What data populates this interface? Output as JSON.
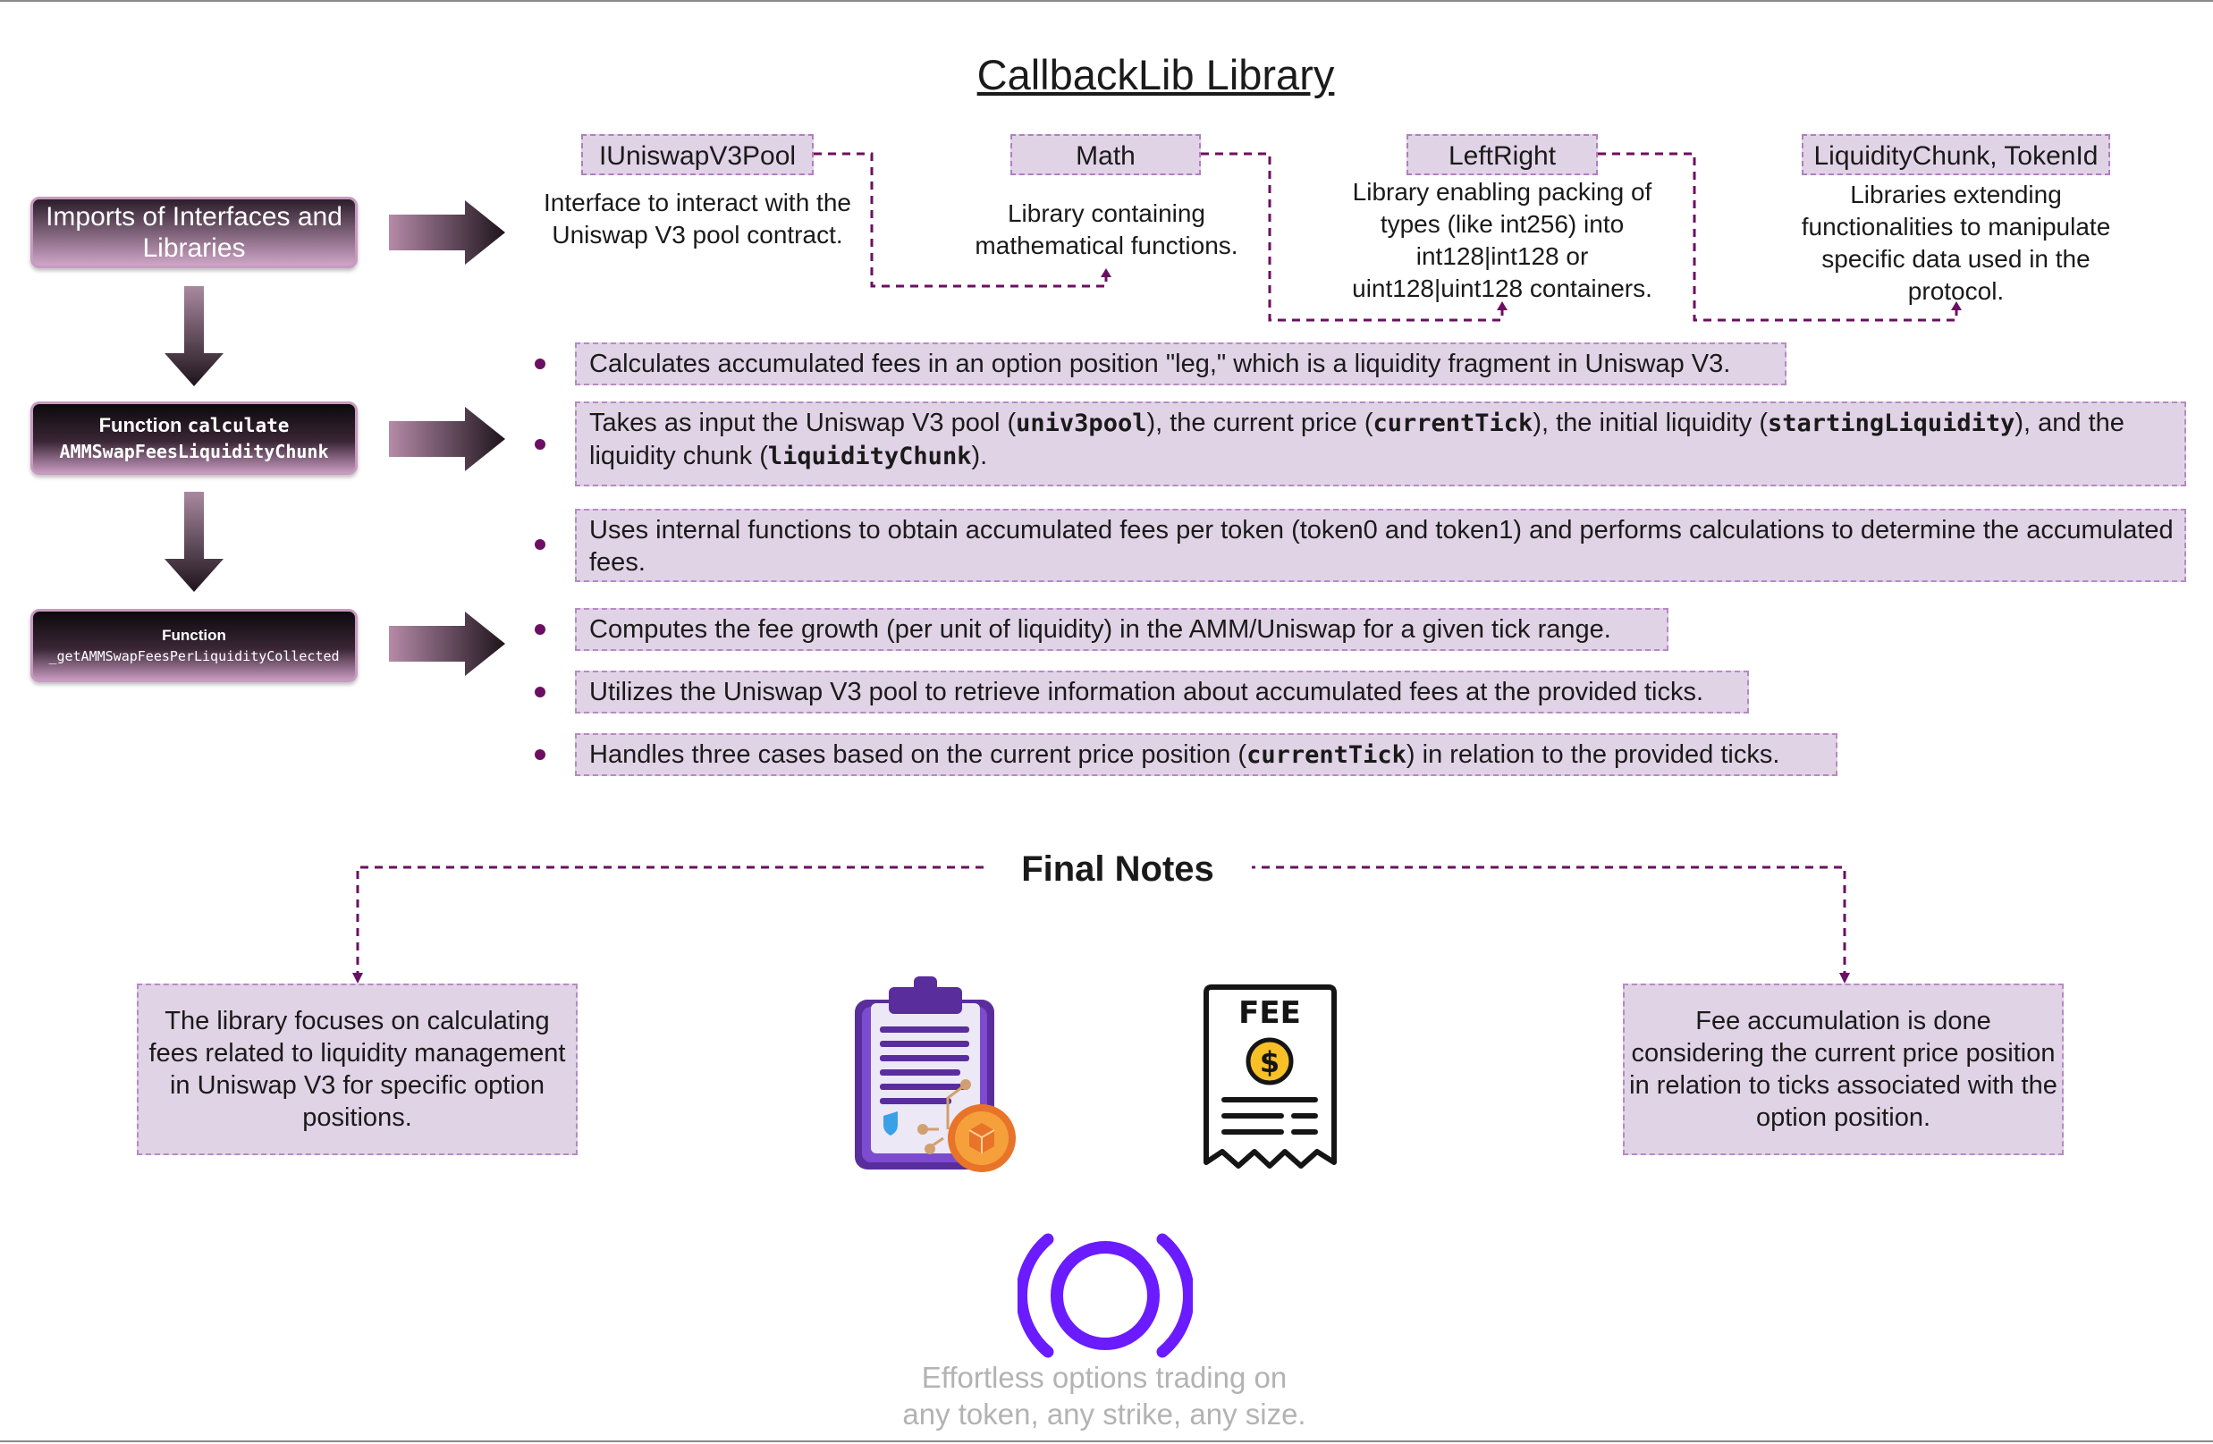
{
  "title": "CallbackLib Library",
  "left_column": {
    "imports_box": "Imports of Interfaces and Libraries",
    "function1": {
      "prefix": "Function ",
      "keyword": "calculate",
      "name": "AMMSwapFeesLiquidityChunk"
    },
    "function2": {
      "prefix": "Function",
      "name": "_getAMMSwapFeesPerLiquidityCollected"
    }
  },
  "libraries": [
    {
      "label": "IUniswapV3Pool",
      "description": "Interface to interact with the Uniswap V3 pool contract."
    },
    {
      "label": "Math",
      "description": "Library containing mathematical functions."
    },
    {
      "label": "LeftRight",
      "description": "Library enabling packing of types (like int256) into int128|int128 or uint128|uint128 containers."
    },
    {
      "label": "LiquidityChunk, TokenId",
      "description": "Libraries extending functionalities to manipulate specific data used in the protocol."
    }
  ],
  "bullets": [
    {
      "parts": [
        {
          "t": "Calculates accumulated fees in an option position \"leg,\" which is a liquidity fragment in Uniswap V3."
        }
      ]
    },
    {
      "parts": [
        {
          "t": "Takes as input the Uniswap V3 pool ("
        },
        {
          "c": "univ3pool"
        },
        {
          "t": "), the current price ("
        },
        {
          "c": "currentTick"
        },
        {
          "t": "), the initial liquidity ("
        },
        {
          "c": "startingLiquidity"
        },
        {
          "t": "), and the liquidity chunk ("
        },
        {
          "c": "liquidityChunk"
        },
        {
          "t": ")."
        }
      ]
    },
    {
      "parts": [
        {
          "t": "Uses internal functions to obtain accumulated fees per token (token0 and token1) and performs calculations to determine the accumulated fees."
        }
      ]
    },
    {
      "parts": [
        {
          "t": "Computes the fee growth (per unit of liquidity) in the AMM/Uniswap for a given tick range."
        }
      ]
    },
    {
      "parts": [
        {
          "t": "Utilizes the Uniswap V3 pool to retrieve information about accumulated fees at the provided ticks."
        }
      ]
    },
    {
      "parts": [
        {
          "t": "Handles three cases based on the current price position ("
        },
        {
          "c": "currentTick"
        },
        {
          "t": ") in relation to the provided ticks."
        }
      ]
    }
  ],
  "final_notes": {
    "title": "Final Notes",
    "left": "The library focuses on calculating fees related to liquidity management in Uniswap V3 for specific option positions.",
    "right": "Fee accumulation is done considering the current price position in relation to ticks associated with the option position."
  },
  "icons": {
    "fee_label": "FEE",
    "dollar": "$",
    "clipboard": "clipboard-contract-icon",
    "receipt": "fee-receipt-icon",
    "logo": "panoptic-logo-icon"
  },
  "tagline": {
    "line1": "Effortless options trading on",
    "line2": "any token, any strike, any size."
  },
  "colors": {
    "accent": "#6b0f62",
    "box_fill": "#e1d3e6",
    "box_border": "#b68ac4",
    "logo": "#6a1bff"
  }
}
